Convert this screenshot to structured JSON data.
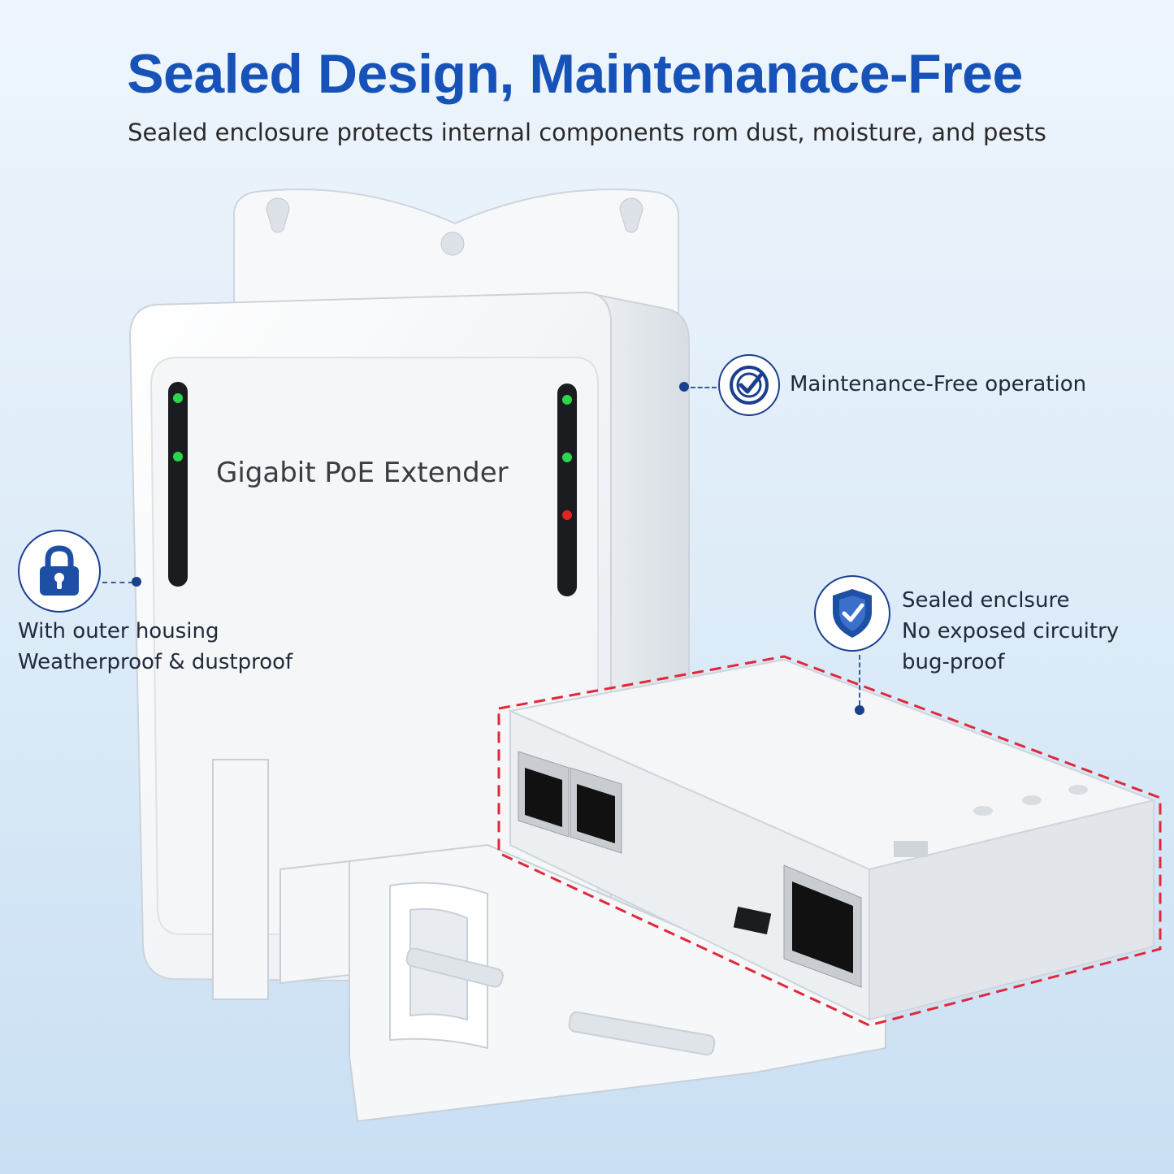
{
  "header": {
    "title": "Sealed Design, Maintenanace-Free",
    "subtitle": "Sealed enclosure protects internal components rom dust, moisture, and pests"
  },
  "device": {
    "label": "Gigabit PoE Extender",
    "led_colors": {
      "green": "#2bd64a",
      "red": "#e02424"
    }
  },
  "callouts": {
    "maintenance": {
      "icon": "check-badge-icon",
      "text": "Maintenance-Free operation"
    },
    "housing": {
      "icon": "lock-icon",
      "lines": [
        "With outer housing",
        "Weatherproof & dustproof"
      ]
    },
    "enclosure": {
      "icon": "shield-check-icon",
      "lines": [
        "Sealed enclsure",
        "No exposed circuitry",
        "bug-proof"
      ]
    }
  },
  "colors": {
    "brand_blue": "#1652b8",
    "icon_navy": "#1b3f8f",
    "dashed_outline": "#e0283a"
  }
}
